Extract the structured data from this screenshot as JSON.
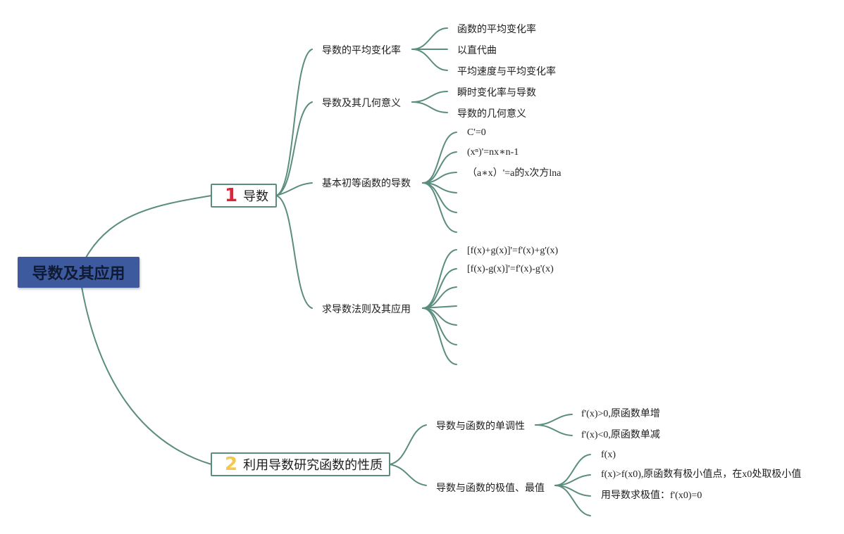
{
  "colors": {
    "line": "#5b8d7f",
    "root_fill": "#3d5a9e",
    "num1": "#d42a3c",
    "num2": "#f2c94c"
  },
  "root": {
    "label": "导数及其应用"
  },
  "branch1": {
    "num": "1",
    "label": "导数",
    "topics": [
      {
        "label": "导数的平均变化率",
        "items": [
          "函数的平均变化率",
          "以直代曲",
          "平均速度与平均变化率"
        ]
      },
      {
        "label": "导数及其几何意义",
        "items": [
          "瞬时变化率与导数",
          "导数的几何意义"
        ]
      },
      {
        "label": "基本初等函数的导数",
        "items": [
          "C'=0",
          "(xⁿ)'=nx∗n-1",
          "（a∗x）'=a的x次方lna"
        ]
      },
      {
        "label": "求导数法则及其应用",
        "items": [
          "[f(x)+g(x)]'=f'(x)+g'(x)",
          "[f(x)-g(x)]'=f'(x)-g'(x)"
        ]
      }
    ]
  },
  "branch2": {
    "num": "2",
    "label": "利用导数研究函数的性质",
    "topics": [
      {
        "label": "导数与函数的单调性",
        "items": [
          "f'(x)>0,原函数单增",
          "f'(x)<0,原函数单减"
        ]
      },
      {
        "label": "导数与函数的极值、最值",
        "items": [
          "f(x)",
          "f(x)>f(x0),原函数有极小值点，在x0处取极小值",
          "用导数求极值：f'(x0)=0"
        ]
      }
    ]
  }
}
